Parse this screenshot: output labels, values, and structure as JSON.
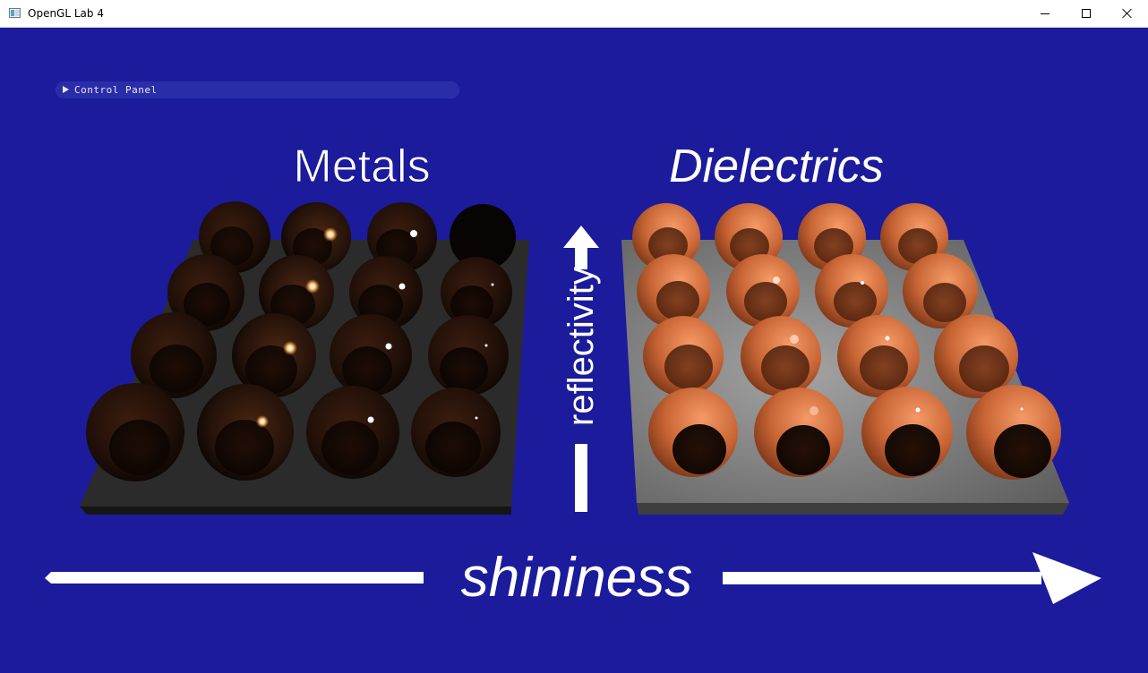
{
  "window": {
    "title": "OpenGL Lab 4",
    "controls": [
      "minimize",
      "maximize",
      "close"
    ]
  },
  "control_panel": {
    "label": "Control Panel",
    "state": "collapsed"
  },
  "scene": {
    "background_color": "#1b1b9c",
    "headings": {
      "left": "Metals",
      "right": "Dielectrics"
    },
    "axis_labels": {
      "vertical": "reflectivity",
      "horizontal": "shininess"
    },
    "sphere_grid": {
      "rows": 4,
      "columns": 4
    },
    "sphere_color": "#e8804a",
    "metal_plate_color": "#2a2a2a",
    "dielectric_plate_color": "#8a8a8a"
  }
}
